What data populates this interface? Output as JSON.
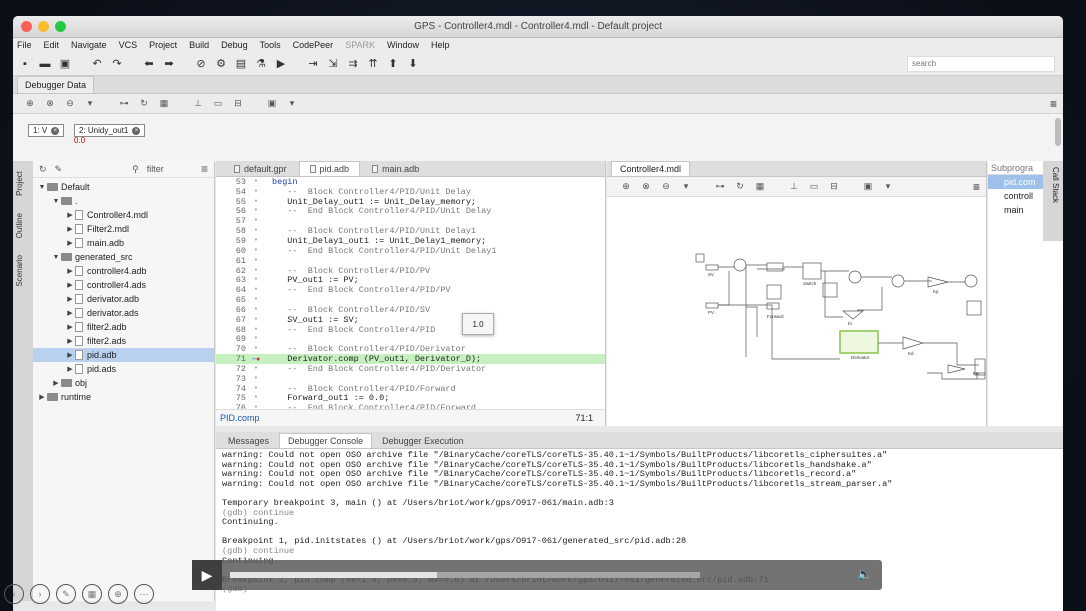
{
  "window": {
    "title": "GPS - Controller4.mdl - Controller4.mdl - Default project"
  },
  "colors": {
    "close": "#fc5f57",
    "minimize": "#fdbc2e",
    "zoom": "#28c840",
    "selection": "#b7d1ef",
    "highlight_line": "#c6f0c0"
  },
  "menu": [
    "File",
    "Edit",
    "Navigate",
    "VCS",
    "Project",
    "Build",
    "Debug",
    "Tools",
    "CodePeer",
    "SPARK",
    "Window",
    "Help"
  ],
  "search": {
    "placeholder": "search"
  },
  "debugger_data": {
    "tab": "Debugger Data",
    "items": [
      {
        "label": "1: V"
      },
      {
        "label": "2: Unidy_out1"
      }
    ],
    "value": "0.0"
  },
  "project": {
    "filter": "filter",
    "tree": [
      {
        "label": "Default",
        "level": 0,
        "kind": "folder",
        "expanded": true
      },
      {
        "label": ".",
        "level": 1,
        "kind": "folder",
        "expanded": true
      },
      {
        "label": "Controller4.mdl",
        "level": 2,
        "kind": "file"
      },
      {
        "label": "Filter2.mdl",
        "level": 2,
        "kind": "file"
      },
      {
        "label": "main.adb",
        "level": 2,
        "kind": "file"
      },
      {
        "label": "generated_src",
        "level": 1,
        "kind": "folder",
        "expanded": true
      },
      {
        "label": "controller4.adb",
        "level": 2,
        "kind": "file"
      },
      {
        "label": "controller4.ads",
        "level": 2,
        "kind": "file"
      },
      {
        "label": "derivator.adb",
        "level": 2,
        "kind": "file"
      },
      {
        "label": "derivator.ads",
        "level": 2,
        "kind": "file"
      },
      {
        "label": "filter2.adb",
        "level": 2,
        "kind": "file"
      },
      {
        "label": "filter2.ads",
        "level": 2,
        "kind": "file"
      },
      {
        "label": "pid.adb",
        "level": 2,
        "kind": "file",
        "selected": true
      },
      {
        "label": "pid.ads",
        "level": 2,
        "kind": "file"
      },
      {
        "label": "obj",
        "level": 1,
        "kind": "folder"
      },
      {
        "label": "runtime",
        "level": 0,
        "kind": "folder"
      }
    ]
  },
  "side_tabs": [
    "Project",
    "Outline",
    "Scenario"
  ],
  "editor": {
    "tabs": [
      {
        "label": "default.gpr"
      },
      {
        "label": "pid.adb",
        "active": true
      },
      {
        "label": "main.adb"
      }
    ],
    "lines": [
      {
        "n": "53",
        "t": "begin",
        "k": "kw"
      },
      {
        "n": "54",
        "t": "   --  Block Controller4/PID/Unit Delay",
        "k": "cm"
      },
      {
        "n": "55",
        "t": "   Unit_Delay_out1 := Unit_Delay_memory;",
        "k": ""
      },
      {
        "n": "56",
        "t": "   --  End Block Controller4/PID/Unit Delay",
        "k": "cm"
      },
      {
        "n": "57",
        "t": "",
        "k": ""
      },
      {
        "n": "58",
        "t": "   --  Block Controller4/PID/Unit Delay1",
        "k": "cm"
      },
      {
        "n": "59",
        "t": "   Unit_Delay1_out1 := Unit_Delay1_memory;",
        "k": ""
      },
      {
        "n": "60",
        "t": "   --  End Block Controller4/PID/Unit Delay1",
        "k": "cm"
      },
      {
        "n": "61",
        "t": "",
        "k": ""
      },
      {
        "n": "62",
        "t": "   --  Block Controller4/PID/PV",
        "k": "cm"
      },
      {
        "n": "63",
        "t": "   PV_out1 := PV;",
        "k": ""
      },
      {
        "n": "64",
        "t": "   --  End Block Controller4/PID/PV",
        "k": "cm"
      },
      {
        "n": "65",
        "t": "",
        "k": ""
      },
      {
        "n": "66",
        "t": "   --  Block Controller4/PID/SV",
        "k": "cm"
      },
      {
        "n": "67",
        "t": "   SV_out1 := SV;",
        "k": ""
      },
      {
        "n": "68",
        "t": "   --  End Block Controller4/PID",
        "k": "cm"
      },
      {
        "n": "69",
        "t": "",
        "k": ""
      },
      {
        "n": "70",
        "t": "   --  Block Controller4/PID/Derivator",
        "k": "cm"
      },
      {
        "n": "71",
        "t": "   Derivator.comp (PV_out1, Derivator_D);",
        "k": "",
        "hl": true
      },
      {
        "n": "72",
        "t": "   --  End Block Controller4/PID/Derivator",
        "k": "cm"
      },
      {
        "n": "73",
        "t": "",
        "k": ""
      },
      {
        "n": "74",
        "t": "   --  Block Controller4/PID/Forward",
        "k": "cm"
      },
      {
        "n": "75",
        "t": "   Forward_out1 := 0.0;",
        "k": ""
      },
      {
        "n": "76",
        "t": "   --  End Block Controller4/PID/Forward",
        "k": "cm"
      }
    ],
    "tooltip": "1.0",
    "status_file": "PID.comp",
    "status_pos": "71:1"
  },
  "diagram": {
    "tab": "Controller4.mdl",
    "labels": {
      "sv": "SV",
      "pv": "PV",
      "forward": "Forward",
      "derivator": "Derivator",
      "switch": "Switch",
      "kp": "Kp",
      "ki": "Ki",
      "kd": "Kd",
      "mv": "Mv"
    }
  },
  "call_stack": {
    "tab": "Call Stack",
    "header": "Subprogra",
    "items": [
      {
        "label": "pid.com",
        "selected": true
      },
      {
        "label": "controll"
      },
      {
        "label": "main"
      }
    ]
  },
  "console": {
    "tabs": [
      {
        "label": "Messages"
      },
      {
        "label": "Debugger Console",
        "active": true
      },
      {
        "label": "Debugger Execution"
      }
    ],
    "lines": [
      {
        "t": "warning: Could not open OSO archive file \"/BinaryCache/coreTLS/coreTLS-35.40.1~1/Symbols/BuiltProducts/libcoretls_ciphersuites.a\"",
        "g": false
      },
      {
        "t": "warning: Could not open OSO archive file \"/BinaryCache/coreTLS/coreTLS-35.40.1~1/Symbols/BuiltProducts/libcoretls_handshake.a\"",
        "g": false
      },
      {
        "t": "warning: Could not open OSO archive file \"/BinaryCache/coreTLS/coreTLS-35.40.1~1/Symbols/BuiltProducts/libcoretls_record.a\"",
        "g": false
      },
      {
        "t": "warning: Could not open OSO archive file \"/BinaryCache/coreTLS/coreTLS-35.40.1~1/Symbols/BuiltProducts/libcoretls_stream_parser.a\"",
        "g": false
      },
      {
        "t": "",
        "g": false
      },
      {
        "t": "Temporary breakpoint 3, main () at /Users/briot/work/gps/O917-061/main.adb:3",
        "g": false
      },
      {
        "t": "(gdb) continue",
        "g": true
      },
      {
        "t": "Continuing.",
        "g": false
      },
      {
        "t": "",
        "g": false
      },
      {
        "t": "Breakpoint 1, pid.initstates () at /Users/briot/work/gps/O917-061/generated_src/pid.adb:28",
        "g": false
      },
      {
        "t": "(gdb) continue",
        "g": true
      },
      {
        "t": "Continuing.",
        "g": false
      },
      {
        "t": "",
        "g": false
      },
      {
        "t": "Breakpoint 2, pid.comp (sv=1.0, pv=0.5, mv=0.0) at /Users/briot/work/gps/O917-061/generated_src/pid.adb:71",
        "g": false
      },
      {
        "t": "(gdb)",
        "g": true
      }
    ]
  },
  "player": {
    "progress": 0.44
  }
}
